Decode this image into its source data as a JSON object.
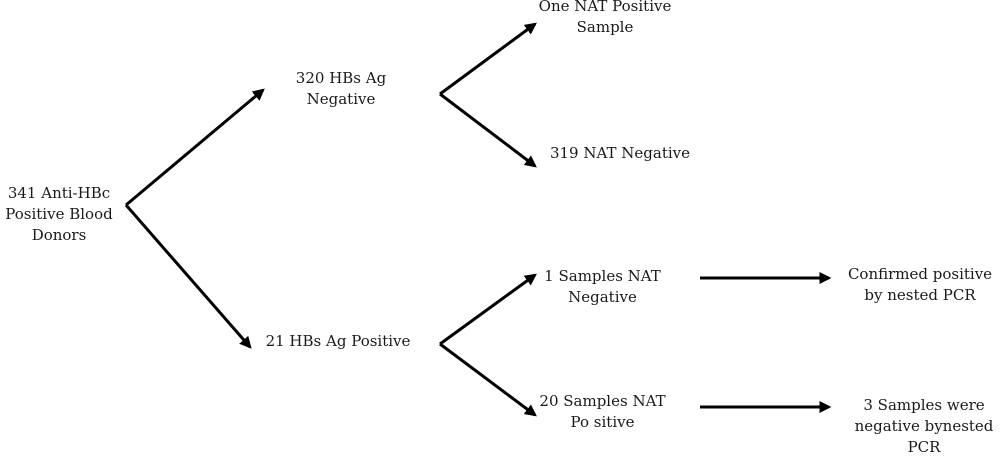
{
  "nodes": {
    "root": {
      "line1": "341 Anti-HBc",
      "line2": "Positive Blood",
      "line3": "Donors"
    },
    "hbsag_negative": {
      "line1": "320 HBs Ag",
      "line2": "Negative"
    },
    "hbsag_positive": {
      "line1": "21 HBs Ag Positive"
    },
    "nat_positive_sample": {
      "line1": "One NAT Positive",
      "line2": "Sample"
    },
    "nat_negative_319": {
      "line1": "319 NAT Negative"
    },
    "samples_nat_negative": {
      "line1": "1 Samples NAT",
      "line2": "Negative"
    },
    "samples_nat_positive": {
      "line1": "20 Samples NAT",
      "line2": "Po sitive"
    },
    "confirmed_positive": {
      "line1": "Confirmed positive",
      "line2": "by nested PCR"
    },
    "negative_by_nested": {
      "line1": "3 Samples were",
      "line2": "negative bynested",
      "line3": "PCR"
    }
  },
  "colors": {
    "arrow": "#000000",
    "text": "#1a1a1a",
    "background": "#ffffff"
  }
}
